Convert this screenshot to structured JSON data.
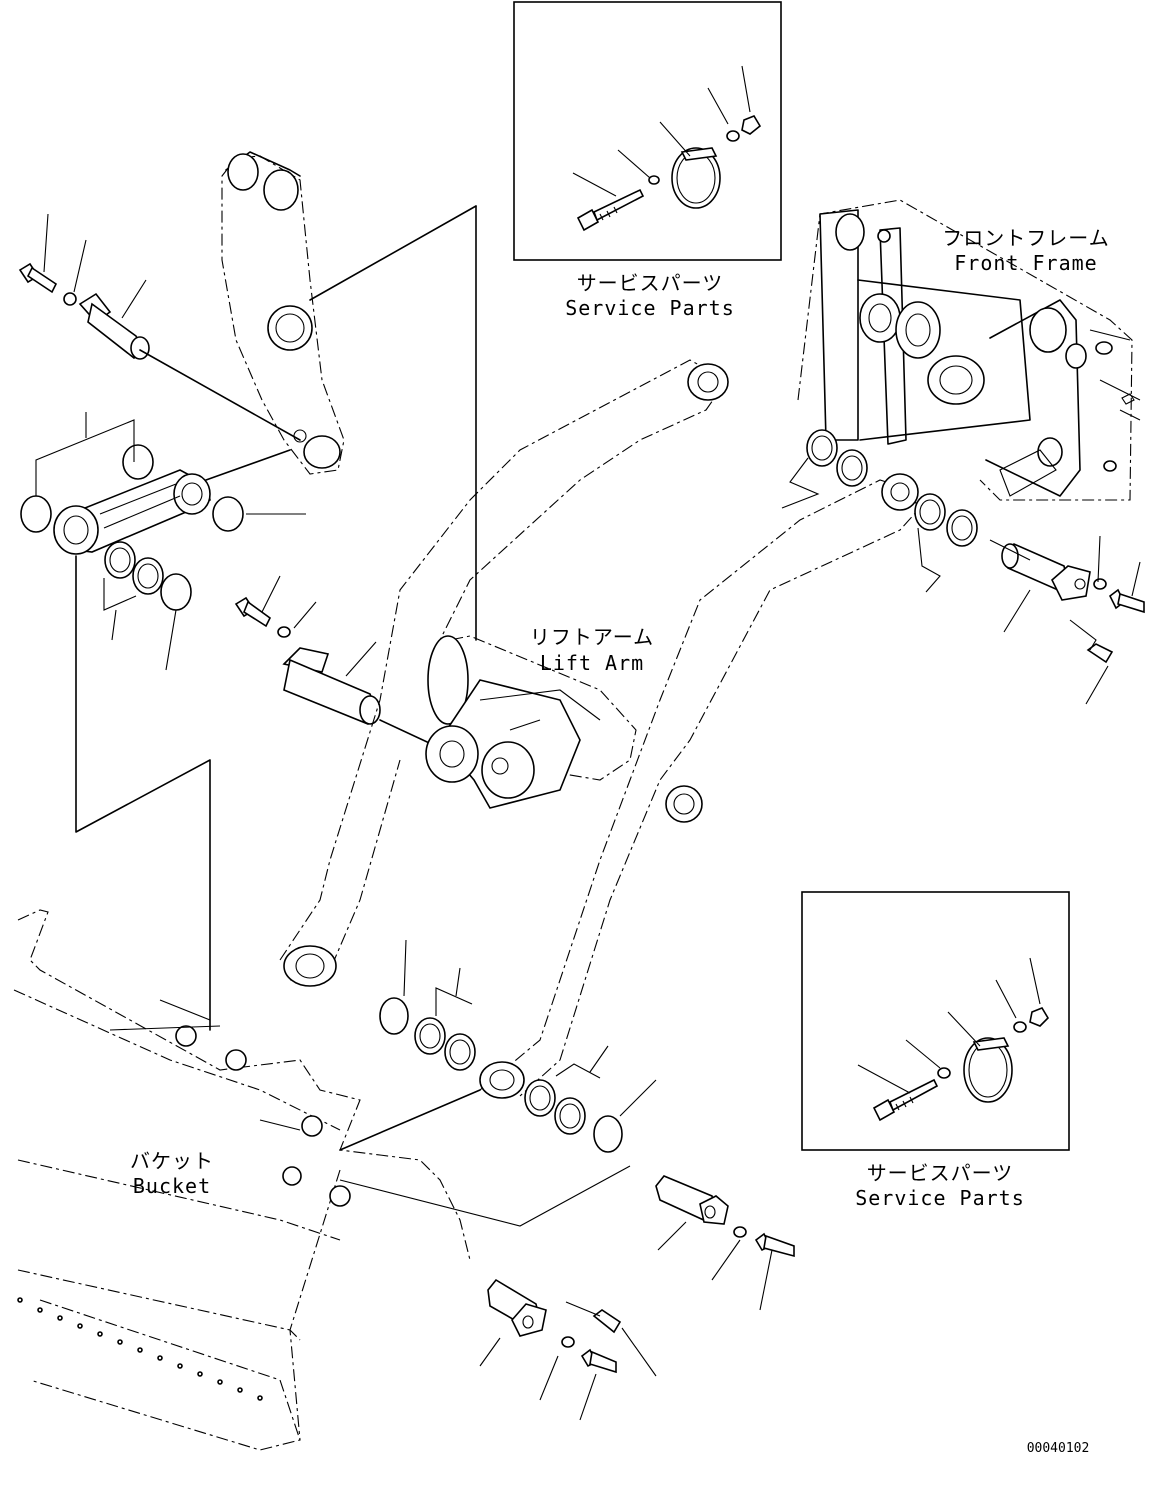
{
  "labels": {
    "front_frame_jp": "フロントフレーム",
    "front_frame_en": "Front Frame",
    "lift_arm_jp": "リフトアーム",
    "lift_arm_en": "Lift Arm",
    "bucket_jp": "バケット",
    "bucket_en": "Bucket",
    "service_parts_top_jp": "サービスパーツ",
    "service_parts_top_en": "Service Parts",
    "service_parts_bottom_jp": "サービスパーツ",
    "service_parts_bottom_en": "Service Parts",
    "drawing_number": "00040102"
  }
}
